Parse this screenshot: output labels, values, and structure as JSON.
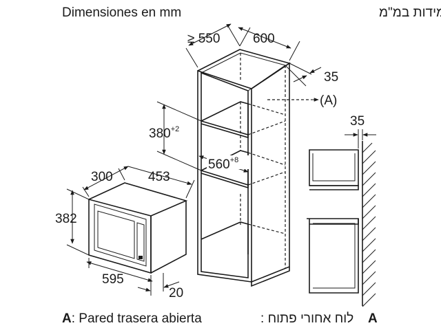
{
  "header": {
    "title_es": "Dimensiones en mm",
    "title_he": "מידות במ\"מ"
  },
  "cabinet": {
    "depth": "≥ 550",
    "width": "600",
    "back_gap": "35",
    "rear_marker": "(A)",
    "niche_height_value": "380",
    "niche_height_tol": "+2",
    "niche_width_value": "560",
    "niche_width_tol": "+8"
  },
  "microwave": {
    "depth": "300",
    "depth2": "453",
    "height": "382",
    "width": "595",
    "front_offset": "20"
  },
  "side_view": {
    "gap": "35"
  },
  "legend": {
    "key_es": "A",
    "text_es": ": Pared trasera abierta",
    "key_he": "A",
    "text_he": ": לוח אחורי פתוח"
  }
}
